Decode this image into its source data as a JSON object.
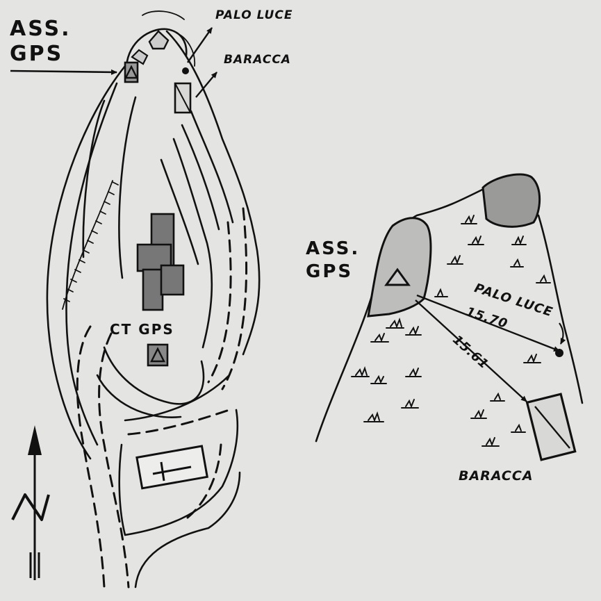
{
  "left_map": {
    "gps_marker_label": "ASS. GPS",
    "light_pole_label": "PALO LUCE",
    "shed_label": "BARACCA",
    "station_label": "CT GPS",
    "north_arrow_letter": "N"
  },
  "right_detail": {
    "gps_marker_label": "ASS. GPS",
    "light_pole_label": "PALO LUCE",
    "shed_label": "BARACCA",
    "distance_to_light_pole": "15.70",
    "distance_to_shed": "15.61"
  }
}
